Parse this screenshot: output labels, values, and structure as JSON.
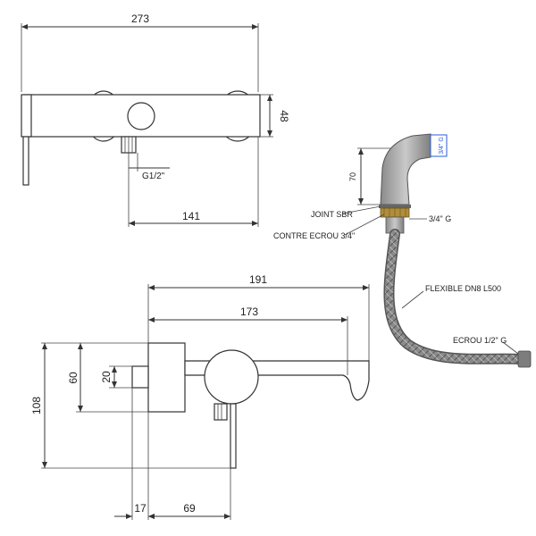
{
  "top_view": {
    "width_total": "273",
    "height_body": "48",
    "outlet_thread": "G1/2\"",
    "outlet_offset": "141"
  },
  "side_view": {
    "length_191": "191",
    "length_173": "173",
    "height_108": "108",
    "height_60": "60",
    "height_20": "20",
    "offset_17": "17",
    "offset_69": "69"
  },
  "hose": {
    "height_70": "70",
    "thread_small": "3/4\" G",
    "joint_label": "JOINT SBR",
    "nut_label": "CONTRE ECROU 3/4\"",
    "thread_label": "3/4\" G",
    "flexible_label": "FLEXIBLE DN8 L500",
    "end_nut_label": "ECROU 1/2\" G"
  },
  "colors": {
    "line": "#333333",
    "hose": "#8a8a8a",
    "body_grey": "#9a9a9a",
    "brass": "#b08d3a",
    "accent_blue": "#2b5bd7"
  }
}
